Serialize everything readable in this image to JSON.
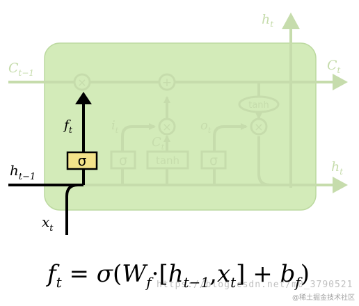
{
  "diagram": {
    "labels": {
      "cell_in": "C",
      "cell_in_sub": "t−1",
      "cell_out": "C",
      "cell_out_sub": "t",
      "h_top": "h",
      "h_top_sub": "t",
      "h_right": "h",
      "h_right_sub": "t",
      "h_in": "h",
      "h_in_sub": "t−1",
      "x_in": "x",
      "x_in_sub": "t",
      "f_gate": "f",
      "f_gate_sub": "t",
      "i_gate": "i",
      "i_gate_sub": "t",
      "o_gate": "o",
      "o_gate_sub": "t",
      "c_tilde": "C",
      "c_tilde_sub": "t"
    },
    "boxes": {
      "sigma_forget": "σ",
      "sigma_input": "σ",
      "tanh_box": "tanh",
      "sigma_output": "σ",
      "tanh_oval": "tanh"
    },
    "ops": {
      "mult": "×",
      "add": "+"
    },
    "colors": {
      "panel_fill": "#cfe8b4",
      "faded_line": "#c6dcac",
      "highlight_box": "#f3e38a",
      "active_line": "#000000"
    }
  },
  "equation": {
    "lhs": "f",
    "lhs_sub": "t",
    "eq": "=",
    "sigma": "σ",
    "open": "(",
    "W": "W",
    "W_sub": "f",
    "dot": "·",
    "lbrack": "[",
    "h": "h",
    "h_sub": "t−1",
    "comma": ",",
    "x": "x",
    "x_sub": "t",
    "rbrack": "]",
    "plus": "+",
    "b": "b",
    "b_sub": "f",
    "close": ")"
  },
  "watermark": {
    "url": "https://blog.csdn.net/m0_3790521",
    "brand": "@稀土掘金技术社区"
  }
}
